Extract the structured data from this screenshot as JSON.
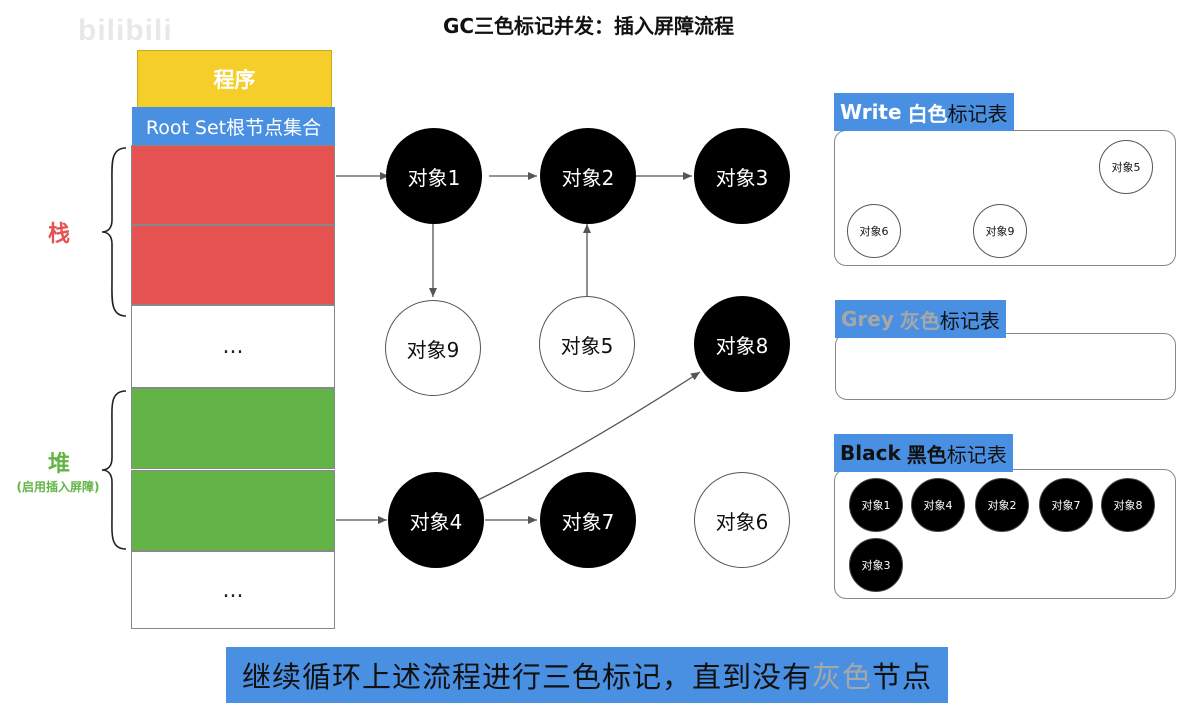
{
  "title": "GC三色标记并发：插入屏障流程",
  "watermark": "bilibili",
  "program_label": "程序",
  "rootset_label": "Root Set根节点集合",
  "stack_label": "栈",
  "heap_label": "堆",
  "heap_sublabel": "(启用插入屏障)",
  "ellipsis": "...",
  "nodes": {
    "o1": "对象1",
    "o2": "对象2",
    "o3": "对象3",
    "o4": "对象4",
    "o5": "对象5",
    "o6": "对象6",
    "o7": "对象7",
    "o8": "对象8",
    "o9": "对象9"
  },
  "white_table": {
    "en": "Write",
    "cn_strong": "白色",
    "cn_rest": "标记表",
    "items": [
      "对象5",
      "对象6",
      "对象9"
    ]
  },
  "grey_table": {
    "en": "Grey",
    "cn_strong": "灰色",
    "cn_rest": "标记表",
    "items": []
  },
  "black_table": {
    "en": "Black",
    "cn_strong": "黑色",
    "cn_rest": "标记表",
    "items": [
      "对象1",
      "对象4",
      "对象2",
      "对象7",
      "对象8",
      "对象3"
    ]
  },
  "caption": {
    "before": "继续循环上述流程进行三色标记，直到没有",
    "highlight": "灰色",
    "after": "节点"
  },
  "colors": {
    "stack": "#e55252",
    "heap": "#62b446",
    "program": "#f5ce2a",
    "accent_blue": "#4a90e2",
    "grey_text": "#a7a7a7"
  }
}
